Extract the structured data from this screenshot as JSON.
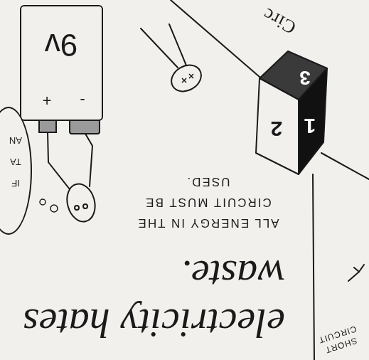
{
  "diagram": {
    "title": "electricity hates waste.",
    "nodes": [
      {
        "text": [
          "9v",
          "+",
          "-"
        ]
      },
      {
        "text": [
          "IF TA AN"
        ]
      }
    ],
    "labels": [
      "ALL ENERGY IN THE CIRCUIT MUST BE USED.",
      "Circ",
      "1",
      "2",
      "3",
      "SHORT CIRCUIT"
    ]
  }
}
